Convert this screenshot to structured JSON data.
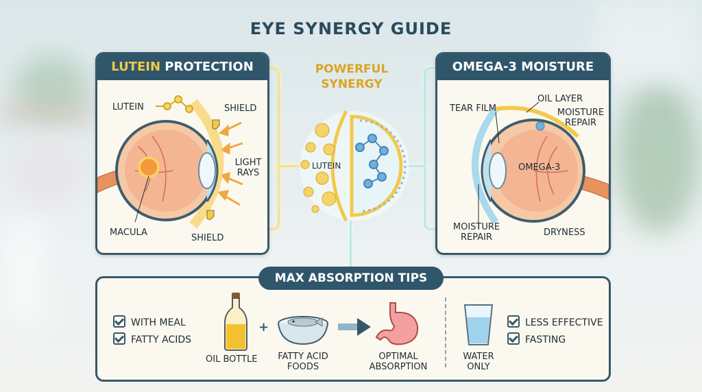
{
  "title": "EYE SYNERGY GUIDE",
  "lutein_panel": {
    "title_word": "LUTEIN",
    "title_rest": " PROTECTION",
    "labels": {
      "lutein": "LUTEIN",
      "shield_top": "SHIELD",
      "light_rays": "LIGHT RAYS",
      "macula": "MACULA",
      "shield_bottom": "SHIELD"
    }
  },
  "synergy": {
    "title": "POWERFUL SYNERGY",
    "lutein_label": "LUTEIN"
  },
  "omega_panel": {
    "title": "OMEGA-3 MOISTURE",
    "labels": {
      "tear_film": "TEAR FILM",
      "oil_layer": "OIL LAYER",
      "moisture_repair_top": "MOISTURE REPAIR",
      "omega3": "OMEGA-3",
      "moisture_repair_bottom": "MOISTURE REPAIR",
      "dryness": "DRYNESS"
    }
  },
  "tips": {
    "title": "MAX ABSORPTION TIPS",
    "good": [
      "WITH MEAL",
      "FATTY ACIDS"
    ],
    "bad": [
      "LESS EFFECTIVE",
      "FASTING"
    ],
    "oil_bottle": "OIL BOTTLE",
    "plus": "+",
    "fatty_foods": "FATTY ACID FOODS",
    "optimal": "OPTIMAL ABSORPTION",
    "water_only": "WATER ONLY"
  },
  "colors": {
    "header_bg": "#2f566b",
    "gold": "#f2c94c",
    "panel_bg": "#fbf8ef"
  }
}
